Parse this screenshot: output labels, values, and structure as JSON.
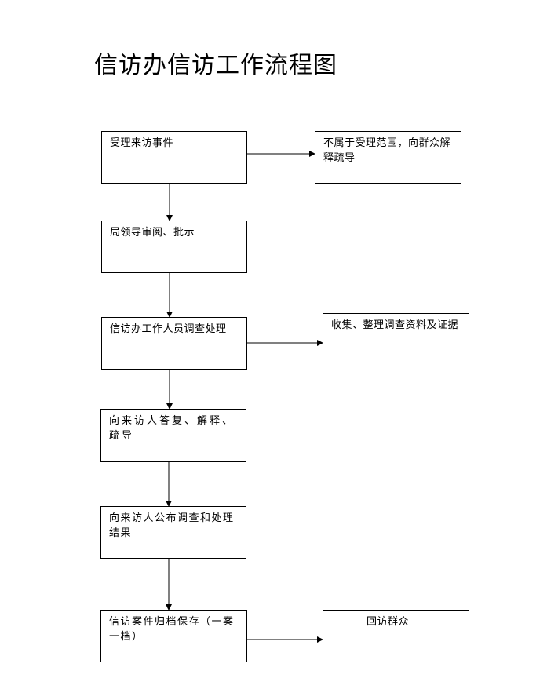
{
  "title": "信访办信访工作流程图",
  "nodes": {
    "receive": "受理来访事件",
    "not_in_scope": "不属于受理范围，向群众解释疏导",
    "leader_review": "局领导审阅、批示",
    "staff_investigate": "信访办工作人员调查处理",
    "collect_evidence": "收集、整理调查资料及证据",
    "reply_visitor": "向来访人答复、解释、疏导",
    "publish_result": "向来访人公布调查和处理结果",
    "archive": "信访案件归档保存（一案一档）",
    "return_visit": "回访群众"
  }
}
